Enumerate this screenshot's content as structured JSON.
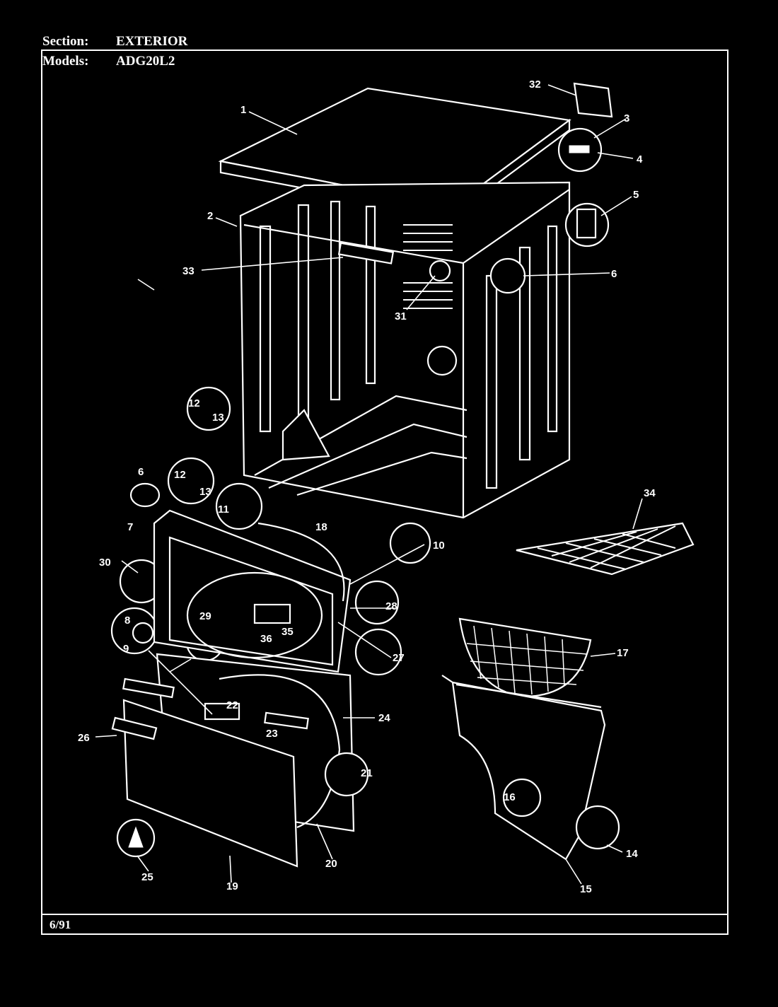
{
  "header": {
    "section_label": "Section:",
    "section_value": "EXTERIOR",
    "models_label": "Models:",
    "models_value": "ADG20L2"
  },
  "footer": {
    "date": "6/91"
  },
  "callouts": [
    "1",
    "2",
    "3",
    "4",
    "5",
    "6",
    "33",
    "31",
    "12",
    "13",
    "6",
    "12",
    "13",
    "11",
    "18",
    "7",
    "30",
    "10",
    "28",
    "29",
    "35",
    "36",
    "8",
    "9",
    "27",
    "17",
    "22",
    "23",
    "24",
    "26",
    "21",
    "16",
    "14",
    "15",
    "20",
    "25",
    "19",
    "32",
    "34"
  ]
}
